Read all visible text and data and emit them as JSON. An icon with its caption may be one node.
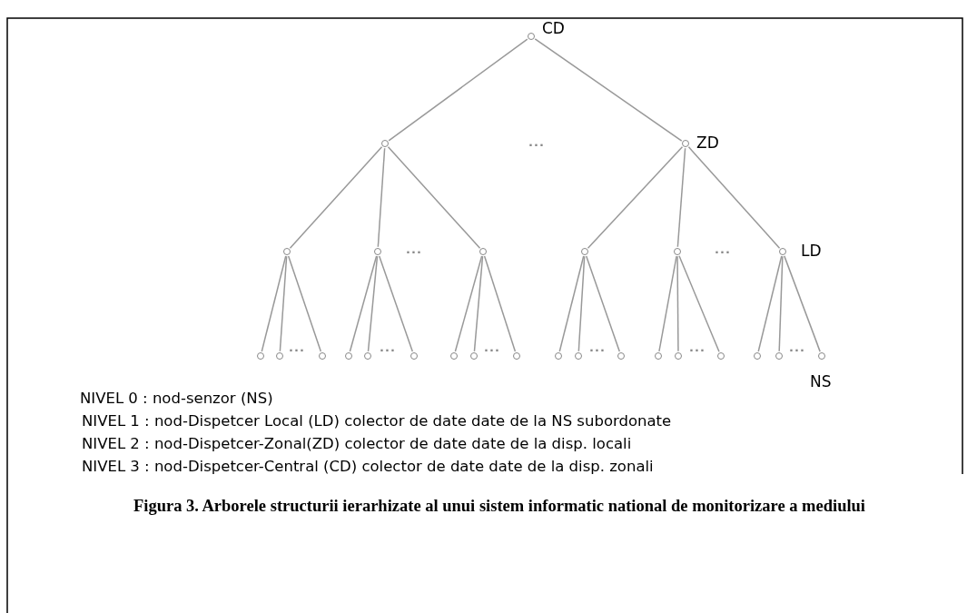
{
  "diagram": {
    "caption": "Figura 3. Arborele structurii ierarhizate al unui sistem informatic national de monitorizare a mediului",
    "nodes": [
      {
        "text": [],
        "shape": "circle",
        "beside": [
          "CD"
        ]
      },
      {
        "text": [],
        "shape": "circle"
      },
      {
        "text": [],
        "shape": "circle",
        "beside": [
          "ZD"
        ]
      },
      {
        "text": [],
        "shape": "circle"
      },
      {
        "text": [],
        "shape": "circle"
      },
      {
        "text": [],
        "shape": "circle"
      },
      {
        "text": [],
        "shape": "circle"
      },
      {
        "text": [],
        "shape": "circle"
      },
      {
        "text": [],
        "shape": "circle",
        "beside": [
          "LD"
        ]
      },
      {
        "text": [],
        "shape": "circle"
      },
      {
        "text": [],
        "shape": "circle"
      },
      {
        "text": [],
        "shape": "circle"
      },
      {
        "text": [],
        "shape": "circle"
      },
      {
        "text": [],
        "shape": "circle"
      },
      {
        "text": [],
        "shape": "circle"
      },
      {
        "text": [],
        "shape": "circle"
      },
      {
        "text": [],
        "shape": "circle"
      },
      {
        "text": [],
        "shape": "circle"
      },
      {
        "text": [],
        "shape": "circle"
      },
      {
        "text": [],
        "shape": "circle"
      },
      {
        "text": [],
        "shape": "circle"
      },
      {
        "text": [],
        "shape": "circle"
      },
      {
        "text": [],
        "shape": "circle"
      },
      {
        "text": [],
        "shape": "circle"
      },
      {
        "text": [],
        "shape": "circle"
      },
      {
        "text": [],
        "shape": "circle"
      },
      {
        "text": [],
        "shape": "circle",
        "beside": [
          "NS"
        ]
      }
    ],
    "edges": [
      {
        "from": 0,
        "to": 1,
        "arrow": "none"
      },
      {
        "from": 0,
        "to": 2,
        "arrow": "none"
      },
      {
        "from": 1,
        "to": 3,
        "arrow": "none"
      },
      {
        "from": 1,
        "to": 4,
        "arrow": "none"
      },
      {
        "from": 1,
        "to": 5,
        "arrow": "none"
      },
      {
        "from": 2,
        "to": 6,
        "arrow": "none"
      },
      {
        "from": 2,
        "to": 7,
        "arrow": "none"
      },
      {
        "from": 2,
        "to": 8,
        "arrow": "none"
      },
      {
        "from": 3,
        "to": 9,
        "arrow": "none"
      },
      {
        "from": 3,
        "to": 10,
        "arrow": "none"
      },
      {
        "from": 3,
        "to": 11,
        "arrow": "none"
      },
      {
        "from": 4,
        "to": 12,
        "arrow": "none"
      },
      {
        "from": 4,
        "to": 13,
        "arrow": "none"
      },
      {
        "from": 4,
        "to": 14,
        "arrow": "none"
      },
      {
        "from": 5,
        "to": 15,
        "arrow": "none"
      },
      {
        "from": 5,
        "to": 16,
        "arrow": "none"
      },
      {
        "from": 5,
        "to": 17,
        "arrow": "none"
      },
      {
        "from": 6,
        "to": 18,
        "arrow": "none"
      },
      {
        "from": 6,
        "to": 19,
        "arrow": "none"
      },
      {
        "from": 6,
        "to": 20,
        "arrow": "none"
      },
      {
        "from": 7,
        "to": 21,
        "arrow": "none"
      },
      {
        "from": 7,
        "to": 22,
        "arrow": "none"
      },
      {
        "from": 7,
        "to": 23,
        "arrow": "none"
      },
      {
        "from": 8,
        "to": 24,
        "arrow": "none"
      },
      {
        "from": 8,
        "to": 25,
        "arrow": "none"
      },
      {
        "from": 8,
        "to": 26,
        "arrow": "none"
      }
    ],
    "labels": [
      "...",
      "...",
      "...",
      "...",
      "...",
      "...",
      "...",
      "...",
      "...",
      "NIVEL 0 : nod-senzor (NS)",
      "NIVEL 1 : nod-Dispetcer Local (LD) colector de date date de la NS subordonate",
      "NIVEL 2 : nod-Dispetcer-Zonal(ZD) colector de date date de la disp. locali",
      "NIVEL 3 : nod-Dispetcer-Central (CD) colector de date date de la disp. zonali"
    ]
  }
}
